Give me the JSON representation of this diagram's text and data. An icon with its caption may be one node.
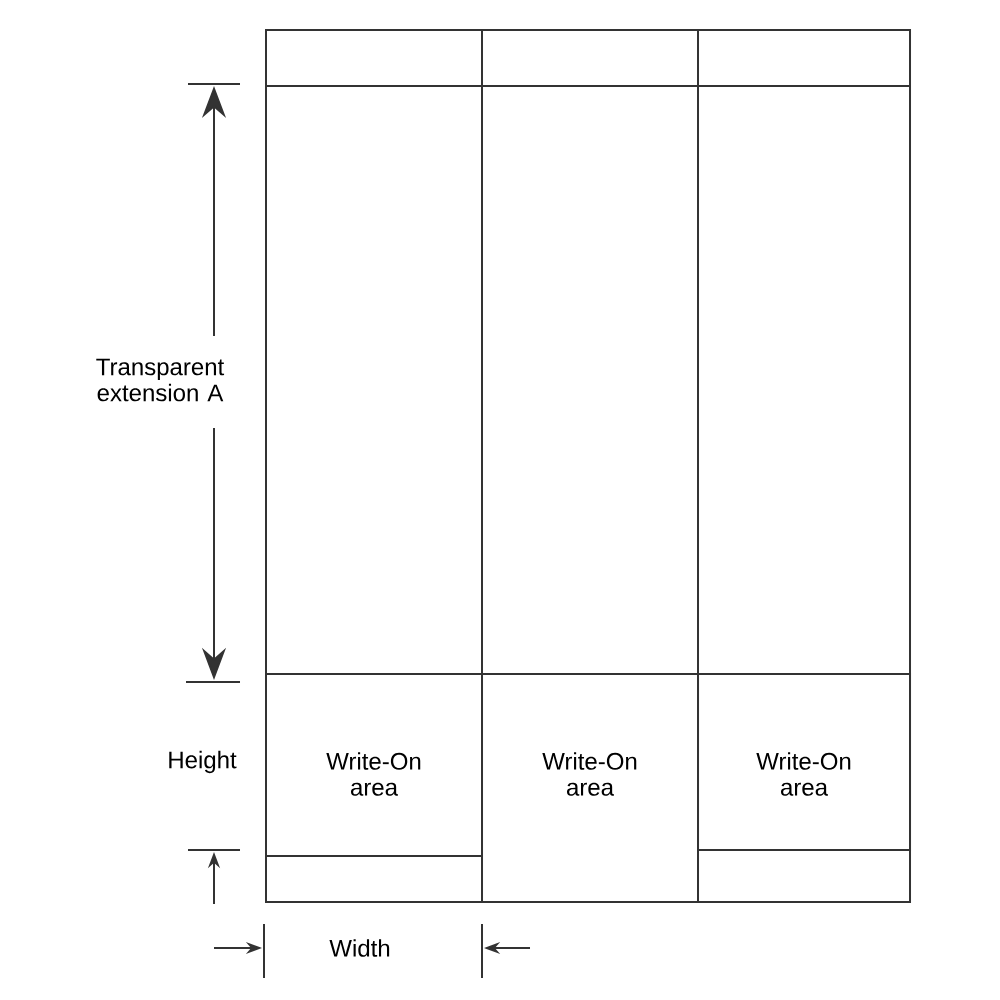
{
  "diagram": {
    "nodes": [
      {
        "text": [
          "Write-On area"
        ]
      },
      {
        "text": [
          "Write-On area"
        ]
      },
      {
        "text": [
          "Write-On area"
        ]
      }
    ],
    "labels": [
      "Transparent extension A",
      "Height",
      "Width"
    ]
  }
}
